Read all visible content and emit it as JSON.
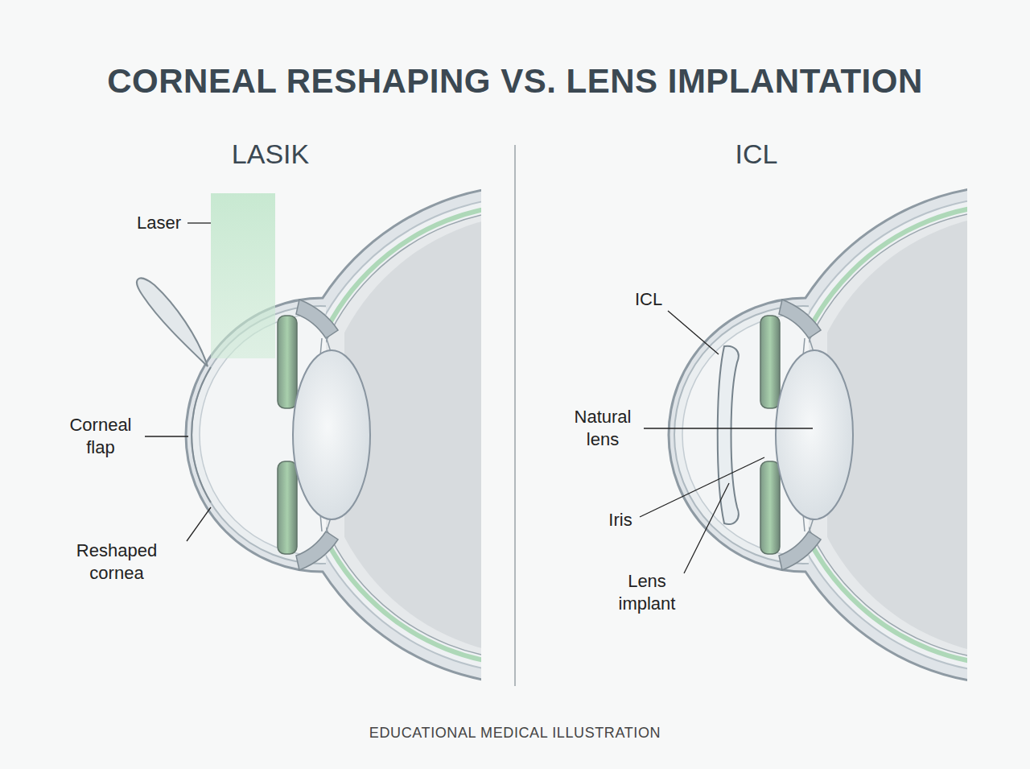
{
  "diagram": {
    "title": "CORNEAL RESHAPING VS. LENS IMPLANTATION",
    "caption": "EDUCATIONAL MEDICAL ILLUSTRATION",
    "labels": [
      "LASIK",
      "ICL",
      "Laser",
      "Corneal flap",
      "Reshaped cornea",
      "ICL",
      "Natural lens",
      "Iris",
      "Lens implant"
    ]
  }
}
